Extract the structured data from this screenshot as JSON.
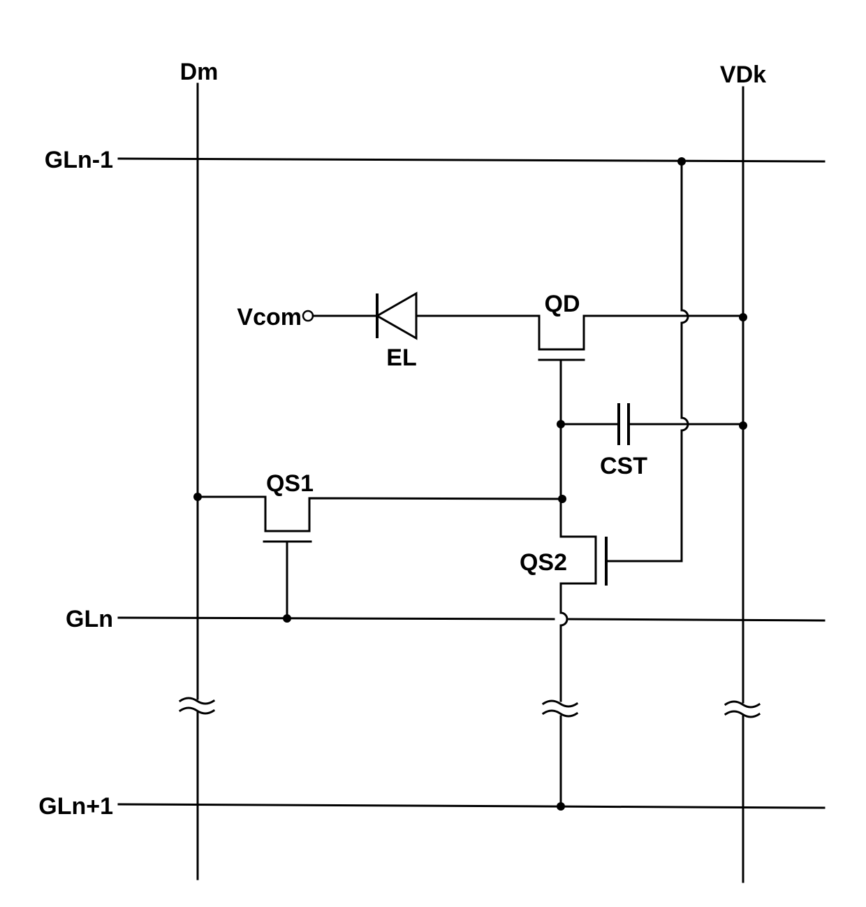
{
  "labels": {
    "data_line": "Dm",
    "power_line": "VDk",
    "gate_prev": "GLn-1",
    "gate_curr": "GLn",
    "gate_next": "GLn+1",
    "vcom": "Vcom",
    "el": "EL",
    "qd": "QD",
    "cst": "CST",
    "qs1": "QS1",
    "qs2": "QS2"
  }
}
